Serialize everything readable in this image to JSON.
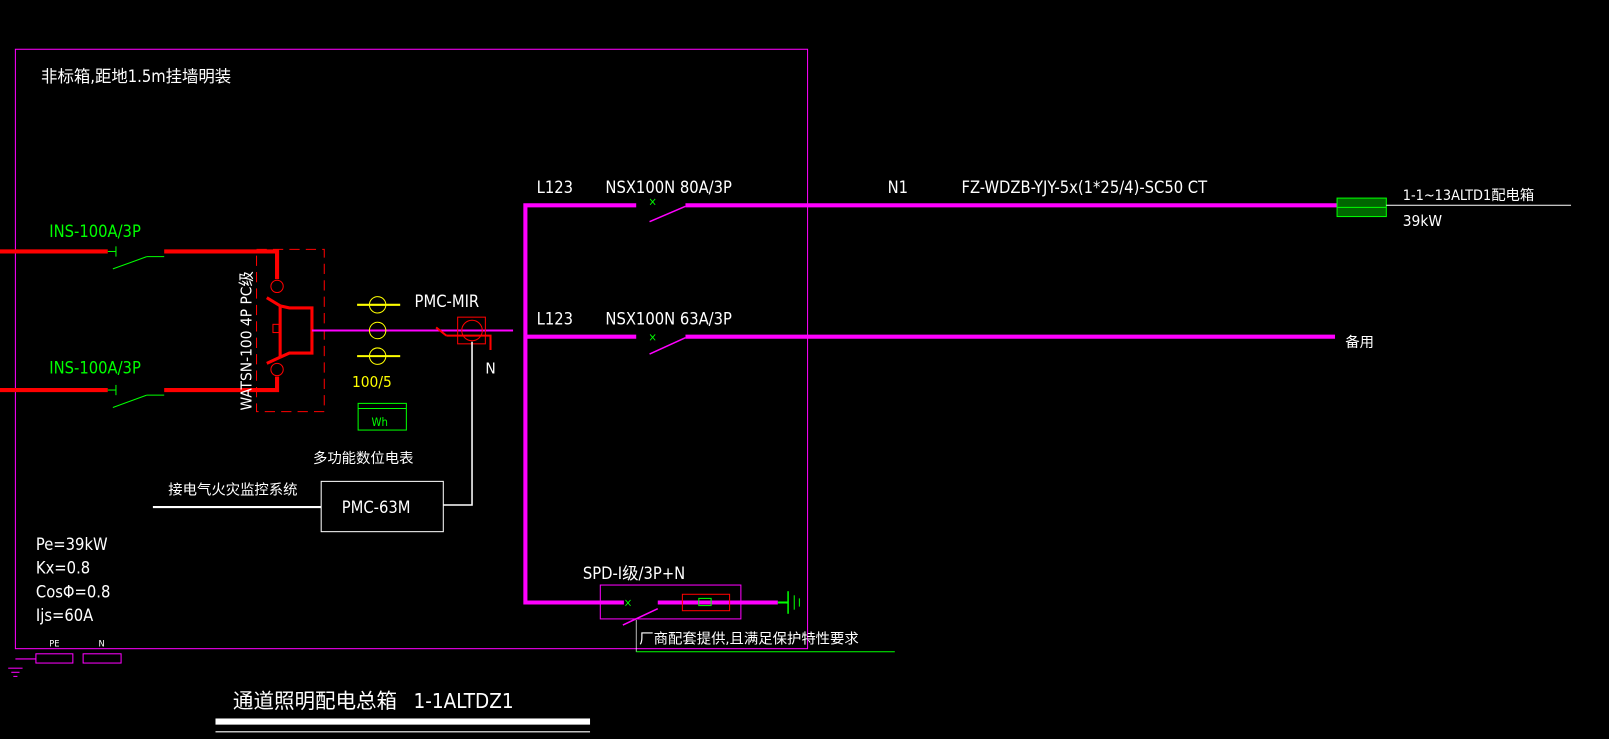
{
  "box": {
    "note": "非标箱,距地1.5m挂墙明装"
  },
  "incoming": [
    {
      "label": "INS-100A/3P"
    },
    {
      "label": "INS-100A/3P"
    }
  ],
  "ats": {
    "label": "WATSN-100 4P PC级"
  },
  "ct": {
    "ratio": "100/5"
  },
  "meter": {
    "symbol": "Wh",
    "label": "多功能数位电表"
  },
  "monitor": {
    "device": "PMC-MIR",
    "n_label": "N",
    "module": "PMC-63M",
    "note": "接电气火灾监控系统"
  },
  "branches": [
    {
      "phase": "L123",
      "breaker": "NSX100N 80A/3P",
      "circuit": "N1",
      "cable": "FZ-WDZB-YJY-5x(1*25/4)-SC50 CT",
      "dest": "1-1~13ALTD1配电箱",
      "power": "39kW"
    },
    {
      "phase": "L123",
      "breaker": "NSX100N 63A/3P",
      "dest": "备用"
    }
  ],
  "spd": {
    "label": "SPD-Ⅰ级/3P+N",
    "note": "厂商配套提供,且满足保护特性要求"
  },
  "params": [
    "Pe=39kW",
    "Kx=0.8",
    "CosΦ=0.8",
    "Ijs=60A"
  ],
  "terminals": {
    "pe": "PE",
    "n": "N"
  },
  "title": {
    "name": "通道照明配电总箱",
    "code": "1-1ALTDZ1"
  },
  "colors": {
    "bus": "#ff00ff",
    "incoming": "#ff0000",
    "switch": "#00ff00",
    "text": "#ffffff",
    "ct": "#ffff00"
  }
}
